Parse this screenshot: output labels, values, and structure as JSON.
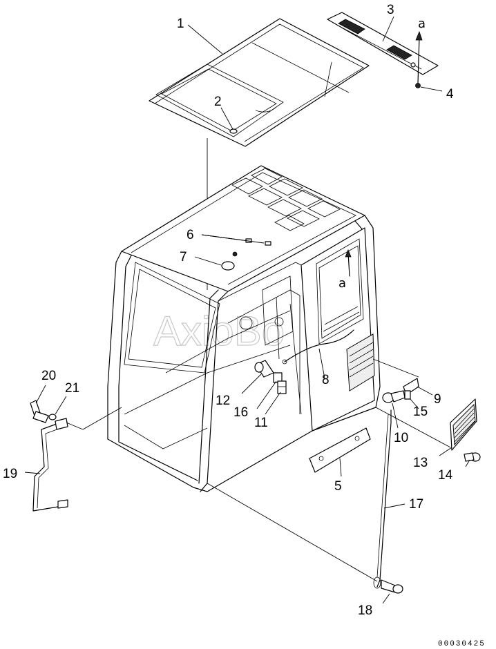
{
  "diagram": {
    "part_labels": [
      "1",
      "2",
      "3",
      "4",
      "5",
      "6",
      "7",
      "8",
      "9",
      "10",
      "11",
      "12",
      "13",
      "14",
      "15",
      "16",
      "17",
      "18",
      "19",
      "20",
      "21"
    ],
    "reference_marks": [
      "a",
      "a"
    ],
    "watermark": "AxioBo",
    "document_code": "00030425"
  }
}
